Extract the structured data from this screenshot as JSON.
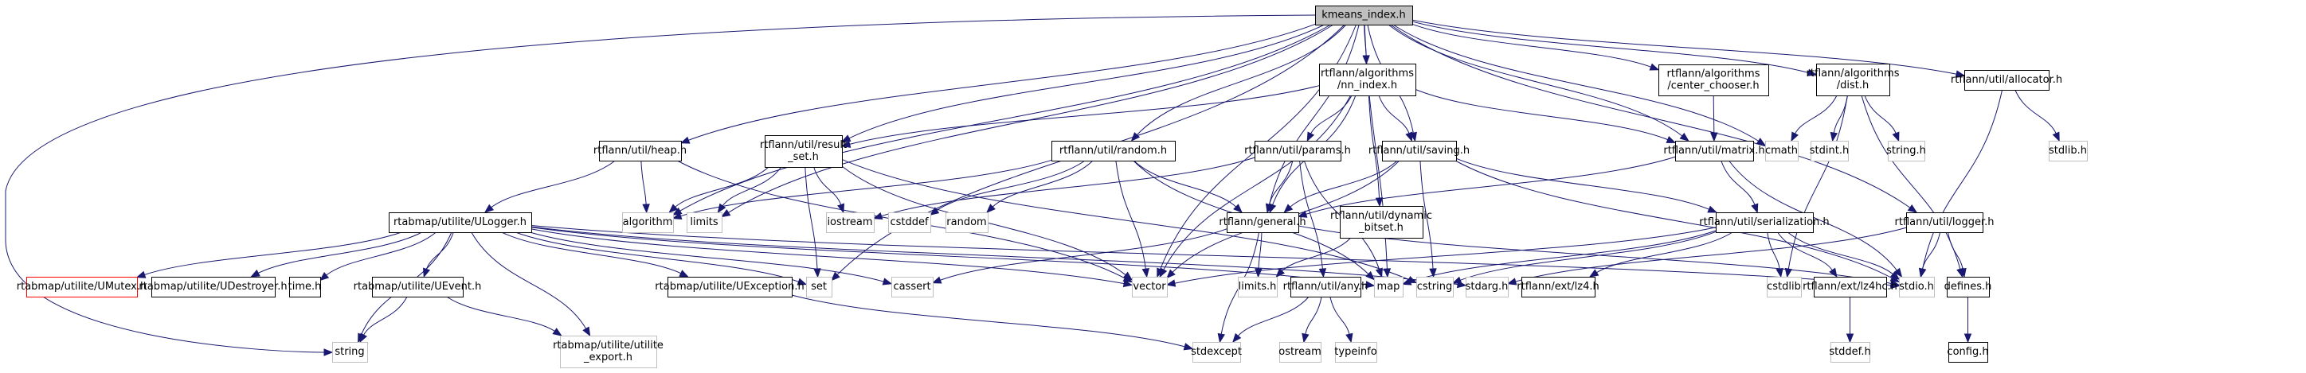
{
  "graph": {
    "title": "kmeans_index.h",
    "colors": {
      "edge": "#191970",
      "root_fill": "#bfbfbf",
      "doc_border": "#000000",
      "sys_border": "#bfbfbf",
      "missing_border": "#ff0000"
    },
    "nodes": [
      {
        "id": "kmeans",
        "label": [
          "kmeans_index.h"
        ],
        "kind": "root"
      },
      {
        "id": "nn_index",
        "label": [
          "rtflann/algorithms",
          "/nn_index.h"
        ],
        "kind": "doc"
      },
      {
        "id": "center_chooser",
        "label": [
          "rtflann/algorithms",
          "/center_chooser.h"
        ],
        "kind": "doc"
      },
      {
        "id": "dist",
        "label": [
          "rtflann/algorithms",
          "/dist.h"
        ],
        "kind": "doc"
      },
      {
        "id": "allocator",
        "label": [
          "rtflann/util/allocator.h"
        ],
        "kind": "doc"
      },
      {
        "id": "heap",
        "label": [
          "rtflann/util/heap.h"
        ],
        "kind": "doc"
      },
      {
        "id": "result_set",
        "label": [
          "rtflann/util/result",
          "_set.h"
        ],
        "kind": "doc"
      },
      {
        "id": "random_h",
        "label": [
          "rtflann/util/random.h"
        ],
        "kind": "doc"
      },
      {
        "id": "params",
        "label": [
          "rtflann/util/params.h"
        ],
        "kind": "doc"
      },
      {
        "id": "saving",
        "label": [
          "rtflann/util/saving.h"
        ],
        "kind": "doc"
      },
      {
        "id": "matrix",
        "label": [
          "rtflann/util/matrix.h"
        ],
        "kind": "doc"
      },
      {
        "id": "cmath",
        "label": [
          "cmath"
        ],
        "kind": "sys"
      },
      {
        "id": "stdint",
        "label": [
          "stdint.h"
        ],
        "kind": "sys"
      },
      {
        "id": "string_h",
        "label": [
          "string.h"
        ],
        "kind": "sys"
      },
      {
        "id": "stdlib",
        "label": [
          "stdlib.h"
        ],
        "kind": "sys"
      },
      {
        "id": "ulogger",
        "label": [
          "rtabmap/utilite/ULogger.h"
        ],
        "kind": "doc"
      },
      {
        "id": "algorithm",
        "label": [
          "algorithm"
        ],
        "kind": "sys"
      },
      {
        "id": "limits",
        "label": [
          "limits"
        ],
        "kind": "sys"
      },
      {
        "id": "iostream",
        "label": [
          "iostream"
        ],
        "kind": "sys"
      },
      {
        "id": "cstddef",
        "label": [
          "cstddef"
        ],
        "kind": "sys"
      },
      {
        "id": "random",
        "label": [
          "random"
        ],
        "kind": "sys"
      },
      {
        "id": "general",
        "label": [
          "rtflann/general.h"
        ],
        "kind": "doc"
      },
      {
        "id": "dynamic_bitset",
        "label": [
          "rtflann/util/dynamic",
          "_bitset.h"
        ],
        "kind": "doc"
      },
      {
        "id": "serialization",
        "label": [
          "rtflann/util/serialization.h"
        ],
        "kind": "doc"
      },
      {
        "id": "logger",
        "label": [
          "rtflann/util/logger.h"
        ],
        "kind": "doc"
      },
      {
        "id": "umutex",
        "label": [
          "rtabmap/utilite/UMutex.h"
        ],
        "kind": "missing"
      },
      {
        "id": "udestroyer",
        "label": [
          "rtabmap/utilite/UDestroyer.h"
        ],
        "kind": "doc"
      },
      {
        "id": "time",
        "label": [
          "time.h"
        ],
        "kind": "doc"
      },
      {
        "id": "uevent",
        "label": [
          "rtabmap/utilite/UEvent.h"
        ],
        "kind": "doc"
      },
      {
        "id": "uexception",
        "label": [
          "rtabmap/utilite/UException.h"
        ],
        "kind": "doc"
      },
      {
        "id": "set",
        "label": [
          "set"
        ],
        "kind": "sys"
      },
      {
        "id": "cassert",
        "label": [
          "cassert"
        ],
        "kind": "sys"
      },
      {
        "id": "vector",
        "label": [
          "vector"
        ],
        "kind": "sys"
      },
      {
        "id": "limits_h",
        "label": [
          "limits.h"
        ],
        "kind": "sys"
      },
      {
        "id": "any",
        "label": [
          "rtflann/util/any.h"
        ],
        "kind": "doc"
      },
      {
        "id": "map",
        "label": [
          "map"
        ],
        "kind": "sys"
      },
      {
        "id": "cstring",
        "label": [
          "cstring"
        ],
        "kind": "sys"
      },
      {
        "id": "stdarg",
        "label": [
          "stdarg.h"
        ],
        "kind": "sys"
      },
      {
        "id": "lz4",
        "label": [
          "rtflann/ext/lz4.h"
        ],
        "kind": "doc"
      },
      {
        "id": "cstdlib",
        "label": [
          "cstdlib"
        ],
        "kind": "sys"
      },
      {
        "id": "lz4hc",
        "label": [
          "rtflann/ext/lz4hc.h"
        ],
        "kind": "doc"
      },
      {
        "id": "stdio",
        "label": [
          "stdio.h"
        ],
        "kind": "sys"
      },
      {
        "id": "defines",
        "label": [
          "defines.h"
        ],
        "kind": "doc"
      },
      {
        "id": "string",
        "label": [
          "string"
        ],
        "kind": "sys"
      },
      {
        "id": "utilite_export",
        "label": [
          "rtabmap/utilite/utilite",
          "_export.h"
        ],
        "kind": "sys"
      },
      {
        "id": "stdexcept",
        "label": [
          "stdexcept"
        ],
        "kind": "sys"
      },
      {
        "id": "ostream",
        "label": [
          "ostream"
        ],
        "kind": "sys"
      },
      {
        "id": "typeinfo",
        "label": [
          "typeinfo"
        ],
        "kind": "sys"
      },
      {
        "id": "stddef",
        "label": [
          "stddef.h"
        ],
        "kind": "sys"
      },
      {
        "id": "config",
        "label": [
          "config.h"
        ],
        "kind": "doc"
      }
    ],
    "edges": [
      [
        "kmeans",
        "string"
      ],
      [
        "kmeans",
        "heap"
      ],
      [
        "kmeans",
        "algorithm"
      ],
      [
        "kmeans",
        "result_set"
      ],
      [
        "kmeans",
        "limits"
      ],
      [
        "kmeans",
        "random_h"
      ],
      [
        "kmeans",
        "set"
      ],
      [
        "kmeans",
        "nn_index"
      ],
      [
        "kmeans",
        "general"
      ],
      [
        "kmeans",
        "saving"
      ],
      [
        "kmeans",
        "map"
      ],
      [
        "kmeans",
        "center_chooser"
      ],
      [
        "kmeans",
        "matrix"
      ],
      [
        "kmeans",
        "cmath"
      ],
      [
        "kmeans",
        "dist"
      ],
      [
        "kmeans",
        "logger"
      ],
      [
        "kmeans",
        "allocator"
      ],
      [
        "kmeans",
        "vector"
      ],
      [
        "nn_index",
        "result_set"
      ],
      [
        "nn_index",
        "params"
      ],
      [
        "nn_index",
        "saving"
      ],
      [
        "nn_index",
        "matrix"
      ],
      [
        "nn_index",
        "general"
      ],
      [
        "nn_index",
        "dynamic_bitset"
      ],
      [
        "nn_index",
        "vector"
      ],
      [
        "center_chooser",
        "matrix"
      ],
      [
        "dist",
        "cmath"
      ],
      [
        "dist",
        "stdint"
      ],
      [
        "dist",
        "string_h"
      ],
      [
        "dist",
        "cstdlib"
      ],
      [
        "dist",
        "defines"
      ],
      [
        "allocator",
        "stdlib"
      ],
      [
        "allocator",
        "stdio"
      ],
      [
        "heap",
        "ulogger"
      ],
      [
        "heap",
        "algorithm"
      ],
      [
        "heap",
        "vector"
      ],
      [
        "result_set",
        "algorithm"
      ],
      [
        "result_set",
        "limits"
      ],
      [
        "result_set",
        "iostream"
      ],
      [
        "result_set",
        "set"
      ],
      [
        "result_set",
        "vector"
      ],
      [
        "result_set",
        "cstring"
      ],
      [
        "random_h",
        "algorithm"
      ],
      [
        "random_h",
        "cstddef"
      ],
      [
        "random_h",
        "random"
      ],
      [
        "random_h",
        "vector"
      ],
      [
        "random_h",
        "general"
      ],
      [
        "random_h",
        "map"
      ],
      [
        "params",
        "iostream"
      ],
      [
        "params",
        "general"
      ],
      [
        "params",
        "any"
      ],
      [
        "params",
        "map"
      ],
      [
        "saving",
        "general"
      ],
      [
        "saving",
        "serialization"
      ],
      [
        "saving",
        "cstring"
      ],
      [
        "saving",
        "vector"
      ],
      [
        "saving",
        "stdio"
      ],
      [
        "matrix",
        "general"
      ],
      [
        "matrix",
        "serialization"
      ],
      [
        "matrix",
        "stdio"
      ],
      [
        "ulogger",
        "umutex"
      ],
      [
        "ulogger",
        "udestroyer"
      ],
      [
        "ulogger",
        "time"
      ],
      [
        "ulogger",
        "uevent"
      ],
      [
        "ulogger",
        "string"
      ],
      [
        "ulogger",
        "utilite_export"
      ],
      [
        "ulogger",
        "uexception"
      ],
      [
        "ulogger",
        "set"
      ],
      [
        "ulogger",
        "cassert"
      ],
      [
        "ulogger",
        "vector"
      ],
      [
        "ulogger",
        "map"
      ],
      [
        "ulogger",
        "stdarg"
      ],
      [
        "ulogger",
        "stdio"
      ],
      [
        "general",
        "cassert"
      ],
      [
        "general",
        "stdexcept"
      ],
      [
        "general",
        "limits_h"
      ],
      [
        "general",
        "stdio"
      ],
      [
        "dynamic_bitset",
        "limits_h"
      ],
      [
        "serialization",
        "vector"
      ],
      [
        "serialization",
        "map"
      ],
      [
        "serialization",
        "cstring"
      ],
      [
        "serialization",
        "lz4"
      ],
      [
        "serialization",
        "cstdlib"
      ],
      [
        "serialization",
        "lz4hc"
      ],
      [
        "serialization",
        "stdio"
      ],
      [
        "logger",
        "stdarg"
      ],
      [
        "logger",
        "stdio"
      ],
      [
        "logger",
        "defines"
      ],
      [
        "uevent",
        "string"
      ],
      [
        "uevent",
        "utilite_export"
      ],
      [
        "uexception",
        "stdexcept"
      ],
      [
        "any",
        "stdexcept"
      ],
      [
        "any",
        "ostream"
      ],
      [
        "any",
        "typeinfo"
      ],
      [
        "lz4hc",
        "stddef"
      ],
      [
        "defines",
        "config"
      ]
    ]
  }
}
